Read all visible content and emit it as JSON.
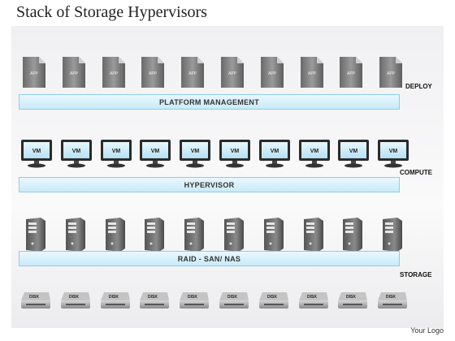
{
  "title": "Stack of Storage Hypervisors",
  "layers": [
    {
      "label": "DEPLOY",
      "bar": "PLATFORM MANAGEMENT",
      "item_label": "APP",
      "item_count": 10
    },
    {
      "label": "COMPUTE",
      "bar": "HYPERVISOR",
      "item_label": "VM",
      "item_count": 10
    },
    {
      "label": "STORAGE",
      "bar": "RAID - SAN/ NAS",
      "item_label": "",
      "item_count": 10
    },
    {
      "label": "",
      "bar": "",
      "item_label": "DISK",
      "item_count": 10
    }
  ],
  "footer": "Your Logo"
}
